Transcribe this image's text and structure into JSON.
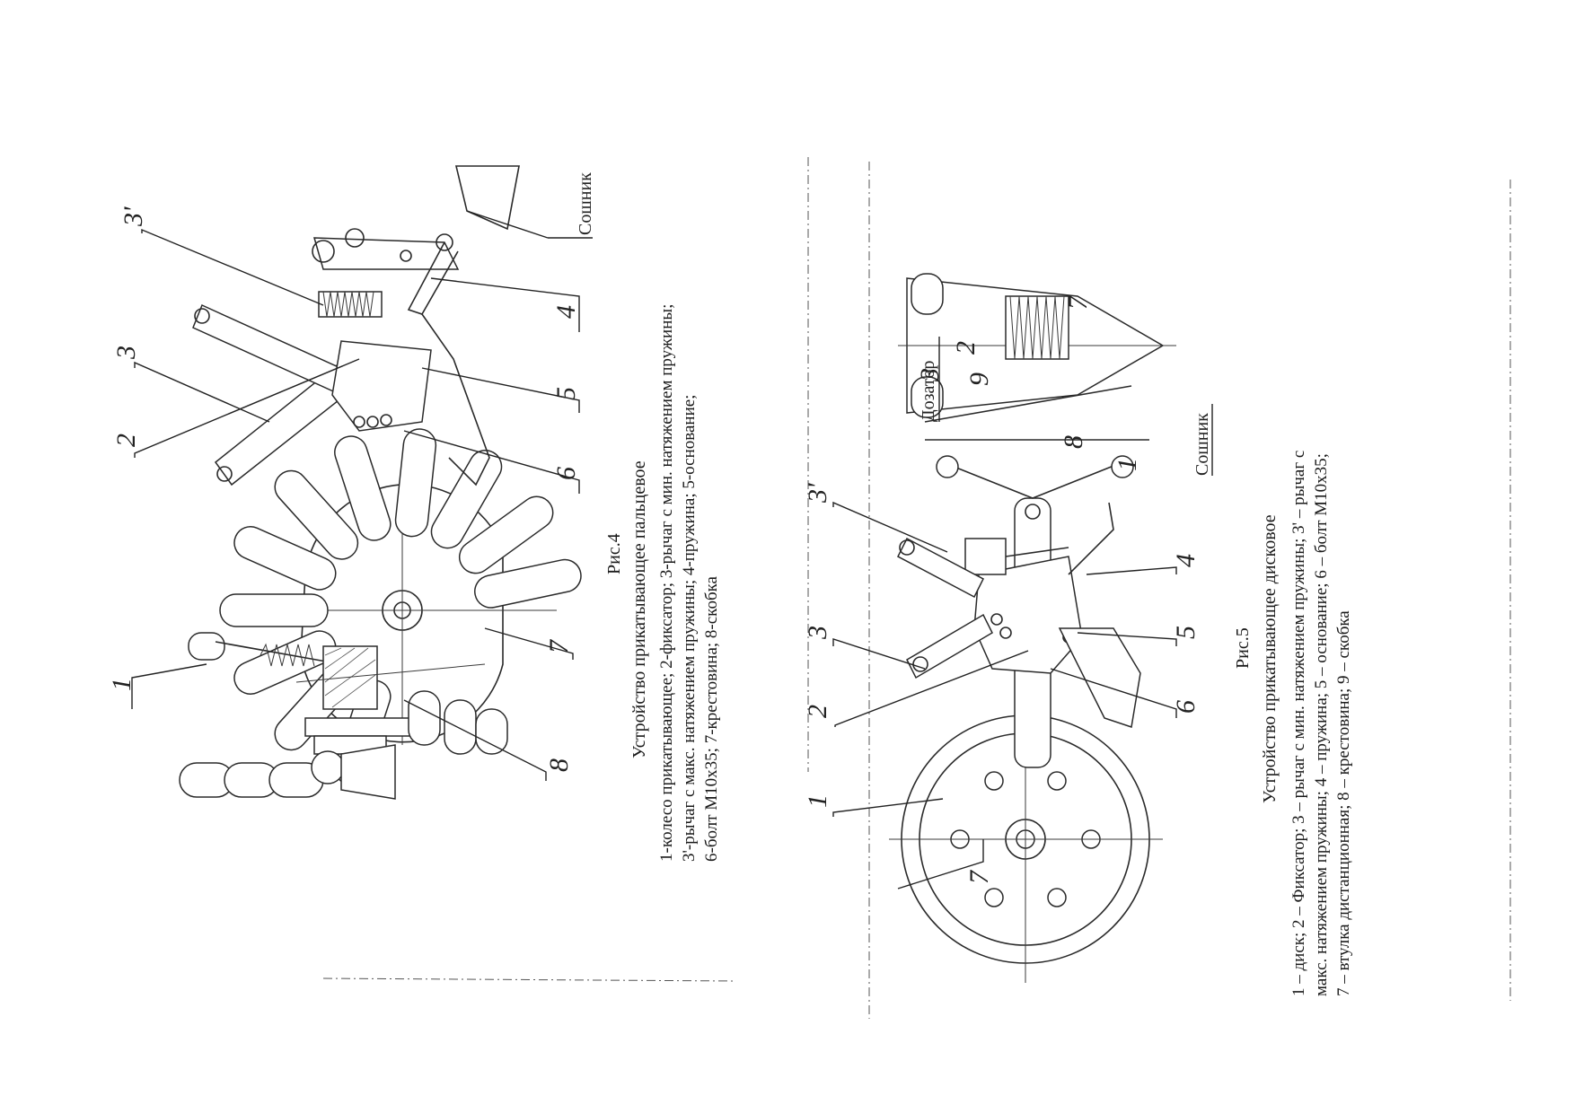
{
  "figure4": {
    "fig_label": "Рис.4",
    "title": "Устройство прикатывающее пальцевое",
    "legend_lines": [
      "1-колесо прикатывающее; 2-фиксатор; 3-рычаг с мин. натяжением пружины;",
      "3'-рычаг с макс. натяжением пружины; 4-пружина; 5-основание;",
      "6-болт М10х35; 7-крестовина; 8-скобка"
    ],
    "soil_label": "Сошник",
    "callouts": [
      "1",
      "8",
      "7",
      "2",
      "6",
      "3",
      "5",
      "3'",
      "4"
    ]
  },
  "figure5": {
    "fig_label": "Рис.5",
    "title": "Устройство прикатывающее дисковое",
    "legend_lines": [
      "1 – диск; 2 – Фиксатор; 3 – рычаг с мин. натяжением пружины; 3' – рычаг с",
      "макс. натяжением пружины; 4 – пружина; 5 – основание; 6 – болт М10х35;",
      "7 – втулка дистанционная; 8 – крестовина; 9 – скобка"
    ],
    "soil_label": "Сошник",
    "hopper_label": "Дозатор",
    "callouts": [
      "1",
      "7",
      "2",
      "6",
      "3",
      "5",
      "3'",
      "4"
    ],
    "side_callouts": [
      "3",
      "2",
      "9",
      "8",
      "7",
      "1"
    ]
  }
}
